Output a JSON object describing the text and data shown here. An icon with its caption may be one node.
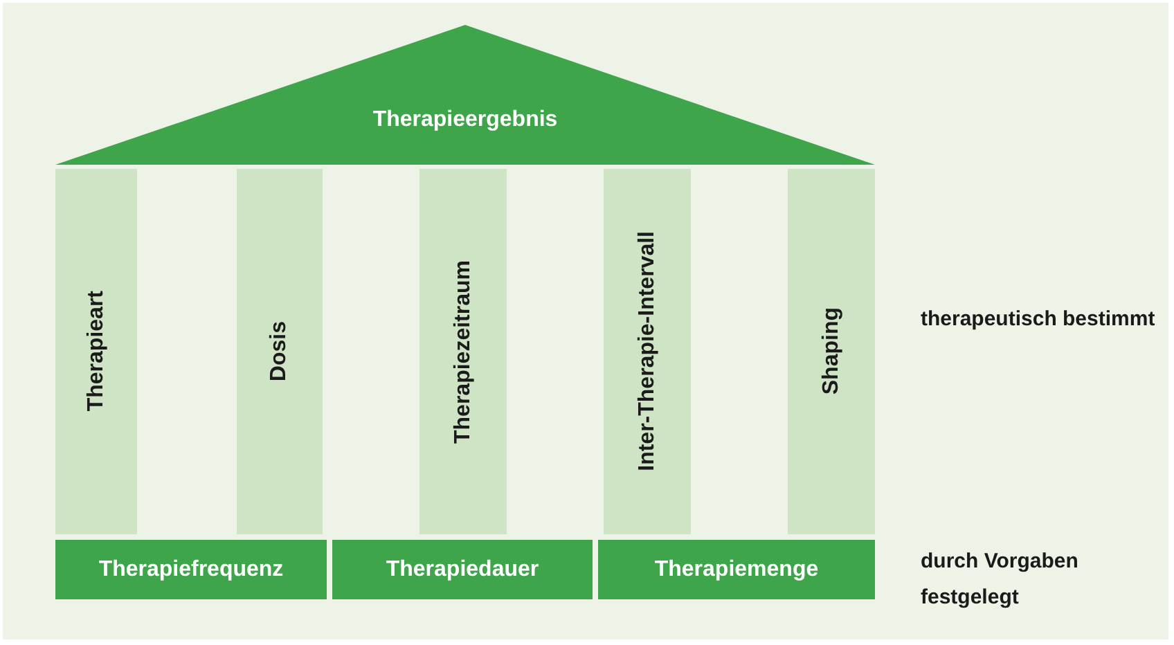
{
  "diagram": {
    "nodes": [
      {
        "text": [
          "Therapieergebnis"
        ]
      },
      {
        "text": [
          "Therapieart"
        ]
      },
      {
        "text": [
          "Dosis"
        ]
      },
      {
        "text": [
          "Therapiezeitraum"
        ]
      },
      {
        "text": [
          "Inter-Therapie-Intervall"
        ]
      },
      {
        "text": [
          "Shaping"
        ]
      },
      {
        "text": [
          "Therapiefrequenz"
        ]
      },
      {
        "text": [
          "Therapiedauer"
        ]
      },
      {
        "text": [
          "Therapiemenge"
        ]
      }
    ],
    "labels": [
      "therapeutisch bestimmt",
      "durch Vorgaben festgelegt"
    ]
  }
}
